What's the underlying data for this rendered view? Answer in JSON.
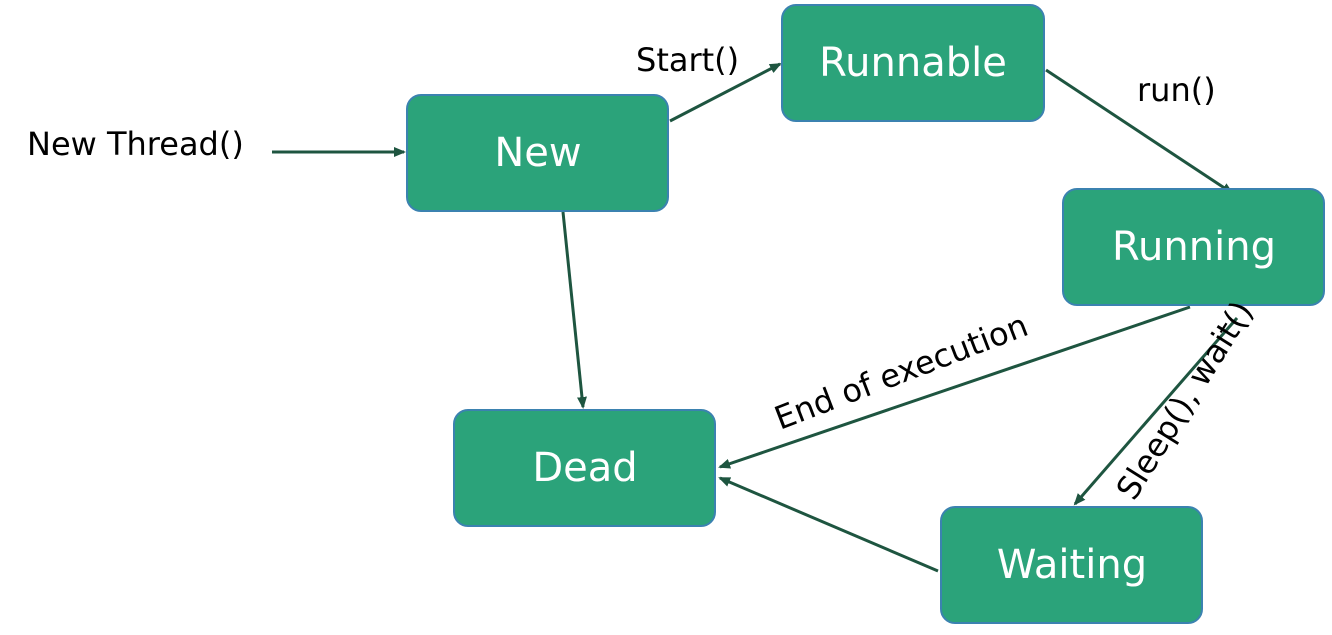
{
  "colors": {
    "node_fill": "#2ba37a",
    "node_border": "#3b82b0",
    "node_text": "#ffffff",
    "edge": "#1e5540",
    "edge_label": "#000000"
  },
  "states": {
    "new": "New",
    "runnable": "Runnable",
    "running": "Running",
    "dead": "Dead",
    "waiting": "Waiting"
  },
  "transitions": {
    "new_thread": "New Thread()",
    "start": "Start()",
    "run": "run()",
    "end_of_execution": "End of execution",
    "sleep_wait": "Sleep(), wait()"
  }
}
